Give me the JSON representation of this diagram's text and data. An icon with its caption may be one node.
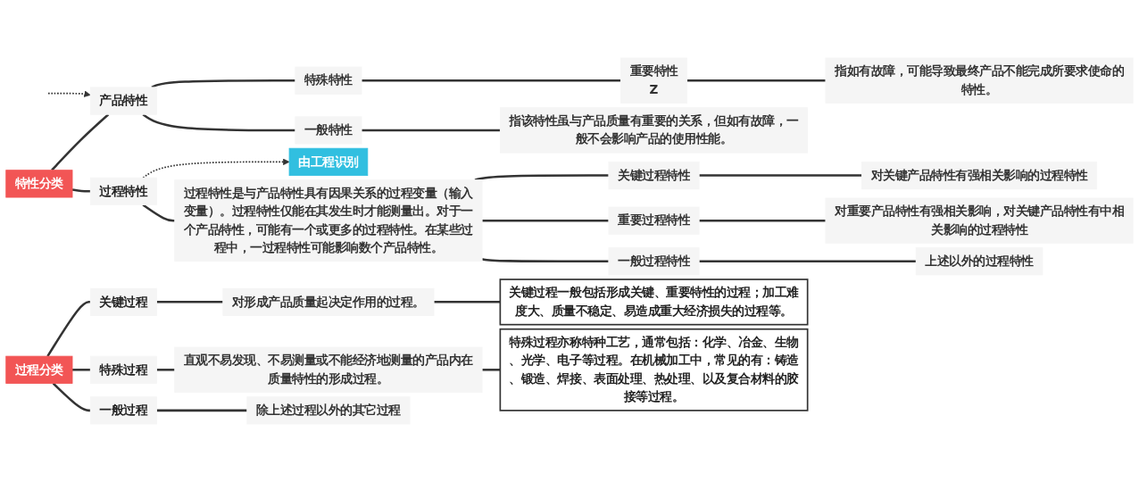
{
  "diagram": {
    "nodes": [
      {
        "text": [
          "特性分类"
        ]
      },
      {
        "text": [
          "产品特性"
        ]
      },
      {
        "text": [
          "特殊特性"
        ]
      },
      {
        "text": [
          "重要特性",
          "Z"
        ]
      },
      {
        "text": [
          "指如有故障，可能导致最终产品不能完成所要求使命的特性。"
        ]
      },
      {
        "text": [
          "一般特性"
        ]
      },
      {
        "text": [
          "指该特性虽与产品质量有重要的关系，但如有故障，一般不会影响产品的使用性能。"
        ]
      },
      {
        "text": [
          "过程特性"
        ]
      },
      {
        "text": [
          "由工程识别"
        ]
      },
      {
        "text": [
          "过程特性是与产品特性具有因果关系的过程变量（输入变量）。过程特性仅能在其发生时才能测量出。对于一个产品特性，可能有一个或更多的过程特性。在某些过程中，一过程特性可能影响数个产品特性。"
        ]
      },
      {
        "text": [
          "关键过程特性"
        ]
      },
      {
        "text": [
          "对关键产品特性有强相关影响的过程特性"
        ]
      },
      {
        "text": [
          "重要过程特性"
        ]
      },
      {
        "text": [
          "对重要产品特性有强相关影响，对关键产品特性有中相关影响的过程特性"
        ]
      },
      {
        "text": [
          "一般过程特性"
        ]
      },
      {
        "text": [
          "上述以外的过程特性"
        ]
      },
      {
        "text": [
          "过程分类"
        ]
      },
      {
        "text": [
          "关键过程"
        ]
      },
      {
        "text": [
          "对形成产品质量起决定作用的过程。"
        ]
      },
      {
        "text": [
          "关键过程一般包括形成关键、重要特性的过程；加工难度大、质量不稳定、易造成重大经济损失的过程等。"
        ]
      },
      {
        "text": [
          "特殊过程"
        ]
      },
      {
        "text": [
          "直观不易发现、不易测量或不能经济地测量的产品内在质量特性的形成过程。"
        ]
      },
      {
        "text": [
          "特殊过程亦称特种工艺，通常包括：化学、冶金、生物、光学、电子等过程。在机械加工中，常见的有：铸造、锻造、焊接、表面处理、热处理、以及复合材料的胶接等过程。"
        ]
      },
      {
        "text": [
          "一般过程"
        ]
      },
      {
        "text": [
          "除上述过程以外的其它过程"
        ]
      }
    ],
    "edges": [
      {
        "from": 0,
        "to": 1,
        "arrow": "none"
      },
      {
        "from": 1,
        "to": 2,
        "arrow": "none"
      },
      {
        "from": 2,
        "to": 3,
        "arrow": "none"
      },
      {
        "from": 3,
        "to": 4,
        "arrow": "none"
      },
      {
        "from": 1,
        "to": 5,
        "arrow": "none"
      },
      {
        "from": 5,
        "to": 6,
        "arrow": "none"
      },
      {
        "from": null,
        "to": 1,
        "arrow": "to",
        "style": "dashed"
      },
      {
        "from": 0,
        "to": 7,
        "arrow": "none"
      },
      {
        "from": 7,
        "to": 8,
        "arrow": "to",
        "style": "dashed"
      },
      {
        "from": 7,
        "to": 9,
        "arrow": "none"
      },
      {
        "from": 9,
        "to": 10,
        "arrow": "none"
      },
      {
        "from": 10,
        "to": 11,
        "arrow": "none"
      },
      {
        "from": 9,
        "to": 12,
        "arrow": "none"
      },
      {
        "from": 12,
        "to": 13,
        "arrow": "none"
      },
      {
        "from": 9,
        "to": 14,
        "arrow": "none"
      },
      {
        "from": 14,
        "to": 15,
        "arrow": "none"
      },
      {
        "from": 16,
        "to": 17,
        "arrow": "none"
      },
      {
        "from": 17,
        "to": 18,
        "arrow": "none"
      },
      {
        "from": 18,
        "to": 19,
        "arrow": "none"
      },
      {
        "from": 16,
        "to": 20,
        "arrow": "none"
      },
      {
        "from": 20,
        "to": 21,
        "arrow": "none"
      },
      {
        "from": 21,
        "to": 22,
        "arrow": "none"
      },
      {
        "from": 16,
        "to": 23,
        "arrow": "none"
      },
      {
        "from": 23,
        "to": 24,
        "arrow": "none"
      }
    ]
  }
}
